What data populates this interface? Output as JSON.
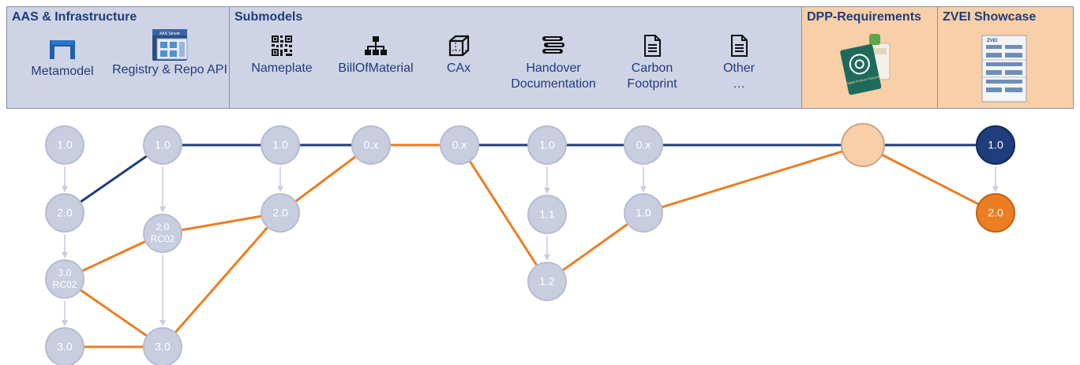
{
  "panels": {
    "aas": {
      "title": "AAS & Infrastructure",
      "items": [
        {
          "label": "Metamodel",
          "icon": "table-icon"
        },
        {
          "label": "Registry & Repo API",
          "icon": "server-windows-icon",
          "icon_text": "AAS Server"
        }
      ]
    },
    "submodels": {
      "title": "Submodels",
      "items": [
        {
          "label": "Nameplate",
          "icon": "qr-code-icon"
        },
        {
          "label": "BillOfMaterial",
          "icon": "hierarchy-icon"
        },
        {
          "label": "CAx",
          "icon": "cube-icon"
        },
        {
          "label": "Handover Documentation",
          "icon": "books-icon"
        },
        {
          "label": "Carbon Footprint",
          "icon": "document-icon"
        },
        {
          "label": "Other …",
          "icon": "document-icon"
        }
      ]
    },
    "dpp": {
      "title": "DPP-Requirements",
      "icon": "digital-product-passport-icon",
      "icon_text": "Digital Product Passport"
    },
    "zvei": {
      "title": "ZVEI Showcase",
      "icon": "cabinet-icon",
      "icon_text": "ZVEI"
    }
  },
  "colors": {
    "panel_blue": "#cfd3e6",
    "panel_orange": "#f9cfa8",
    "node_fill": "#c9cde0",
    "node_stroke": "#b8bcd1",
    "blue_line": "#1f3d7a",
    "orange_line": "#ed7d22",
    "arrow_gray": "#c9cde0",
    "dpp_node": "#f9cfa8",
    "dark_node": "#1f3d7a",
    "orange_node": "#ed7d22"
  },
  "nodes": [
    {
      "id": "mm10",
      "label": "1.0"
    },
    {
      "id": "mm20",
      "label": "2.0"
    },
    {
      "id": "mm30rc",
      "label": "3.0\nRC02"
    },
    {
      "id": "mm30",
      "label": "3.0"
    },
    {
      "id": "api10",
      "label": "1.0"
    },
    {
      "id": "api20rc",
      "label": "2.0\nRC02"
    },
    {
      "id": "api30",
      "label": "3.0"
    },
    {
      "id": "np10",
      "label": "1.0"
    },
    {
      "id": "np20",
      "label": "2.0"
    },
    {
      "id": "bom",
      "label": "0.x"
    },
    {
      "id": "cax",
      "label": "0.x"
    },
    {
      "id": "hd10",
      "label": "1.0"
    },
    {
      "id": "hd11",
      "label": "1.1"
    },
    {
      "id": "hd12",
      "label": "1.2"
    },
    {
      "id": "cf0x",
      "label": "0.x"
    },
    {
      "id": "cf10",
      "label": "1.0"
    },
    {
      "id": "dpp",
      "label": ""
    },
    {
      "id": "zv10",
      "label": "1.0"
    },
    {
      "id": "zv20",
      "label": "2.0"
    }
  ],
  "edges_version": [
    [
      "mm10",
      "mm20"
    ],
    [
      "mm20",
      "mm30rc"
    ],
    [
      "mm30rc",
      "mm30"
    ],
    [
      "api10",
      "api20rc"
    ],
    [
      "api20rc",
      "api30"
    ],
    [
      "np10",
      "np20"
    ],
    [
      "hd10",
      "hd11"
    ],
    [
      "hd11",
      "hd12"
    ],
    [
      "cf0x",
      "cf10"
    ],
    [
      "zv10",
      "zv20"
    ]
  ],
  "edges_blue": [
    [
      "mm20",
      "api10"
    ],
    [
      "api10",
      "np10"
    ],
    [
      "np10",
      "bom"
    ],
    [
      "bom",
      "cax"
    ],
    [
      "cax",
      "hd10"
    ],
    [
      "hd10",
      "cf0x"
    ],
    [
      "cf0x",
      "dpp"
    ],
    [
      "dpp",
      "zv10"
    ]
  ],
  "edges_orange": [
    [
      "mm30rc",
      "api20rc"
    ],
    [
      "mm30rc",
      "api30"
    ],
    [
      "mm30",
      "api30"
    ],
    [
      "api20rc",
      "np20"
    ],
    [
      "api30",
      "np20"
    ],
    [
      "np20",
      "bom"
    ],
    [
      "bom",
      "cax"
    ],
    [
      "cax",
      "hd12"
    ],
    [
      "hd12",
      "cf10"
    ],
    [
      "cf10",
      "dpp"
    ],
    [
      "dpp",
      "zv20"
    ]
  ]
}
